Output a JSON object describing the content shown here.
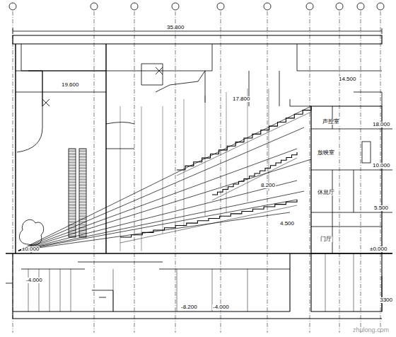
{
  "diagram": {
    "labels": [
      "35.800",
      "19.600",
      "17.800",
      "14.500",
      "18.000",
      "10.000",
      "5.500",
      "±0.000",
      "±0.000",
      "-4.000",
      "-8.200",
      "-4.000",
      "8.200",
      "4.500",
      "3300",
      "声控室",
      "放映室",
      "休息厅",
      "门厅",
      "zhulong.com"
    ]
  }
}
